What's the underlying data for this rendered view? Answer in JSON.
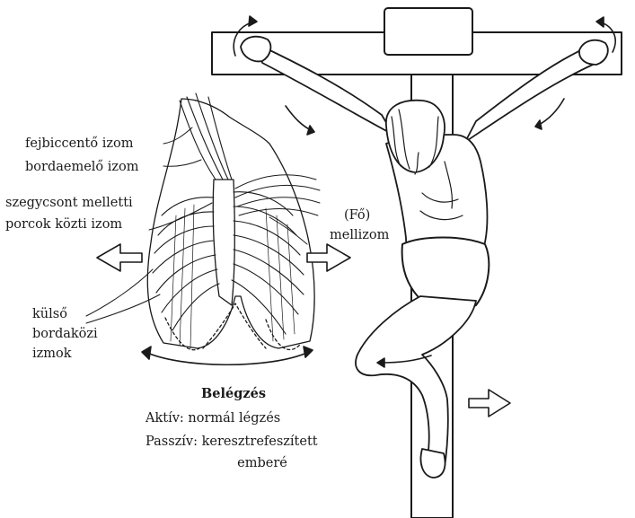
{
  "labels": {
    "fejbiccento": "fejbiccentő izom",
    "bordaemelo": "bordaemelő izom",
    "szegycsont_line1": "szegycsont melletti",
    "szegycsont_line2": "porcok közti izom",
    "fo_line1": "(Fő)",
    "fo_line2": "mellizom",
    "kulso_line1": "külső",
    "kulso_line2": "bordaközi",
    "kulso_line3": "izmok"
  },
  "caption": {
    "title": "Belégzés",
    "line1": "Aktív: normál légzés",
    "line2": "Passzív: keresztrefeszített",
    "line3": "emberé"
  },
  "colors": {
    "ink": "#1a1a1a",
    "background": "#ffffff"
  }
}
